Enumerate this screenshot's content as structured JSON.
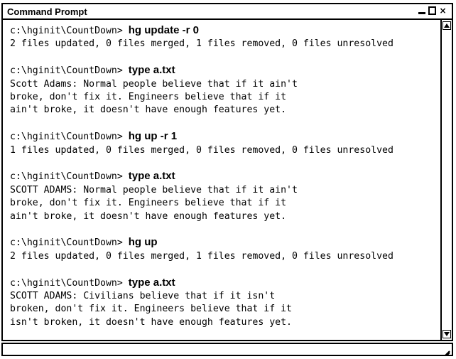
{
  "window": {
    "title": "Command Prompt",
    "controls": {
      "minimize_icon": "minimize-icon",
      "maximize_icon": "maximize-icon",
      "close_label": "×"
    }
  },
  "console": {
    "blocks": [
      {
        "prompt": "c:\\hginit\\CountDown>",
        "command": "hg update -r 0",
        "output": [
          "2 files updated, 0 files merged, 1 files removed, 0 files unresolved"
        ]
      },
      {
        "prompt": "c:\\hginit\\CountDown>",
        "command": "type a.txt",
        "output": [
          "Scott Adams: Normal people believe that if it ain't",
          "broke, don't fix it. Engineers believe that if it",
          "ain't broke, it doesn't have enough features yet."
        ]
      },
      {
        "prompt": "c:\\hginit\\CountDown>",
        "command": "hg up -r 1",
        "output": [
          "1 files updated, 0 files merged, 0 files removed, 0 files unresolved"
        ]
      },
      {
        "prompt": "c:\\hginit\\CountDown>",
        "command": "type a.txt",
        "output": [
          "SCOTT ADAMS: Normal people believe that if it ain't",
          "broke, don't fix it. Engineers believe that if it",
          "ain't broke, it doesn't have enough features yet."
        ]
      },
      {
        "prompt": "c:\\hginit\\CountDown>",
        "command": "hg up",
        "output": [
          "2 files updated, 0 files merged, 1 files removed, 0 files unresolved"
        ]
      },
      {
        "prompt": "c:\\hginit\\CountDown>",
        "command": "type a.txt",
        "output": [
          "SCOTT ADAMS: Civilians believe that if it isn't",
          "broken, don't fix it. Engineers believe that if it",
          "isn't broken, it doesn't have enough features yet."
        ]
      }
    ]
  },
  "scrollbar": {
    "up_icon": "scroll-up-arrow-icon",
    "down_icon": "scroll-down-arrow-icon"
  },
  "statusbar": {
    "grip_icon": "resize-grip-icon"
  }
}
